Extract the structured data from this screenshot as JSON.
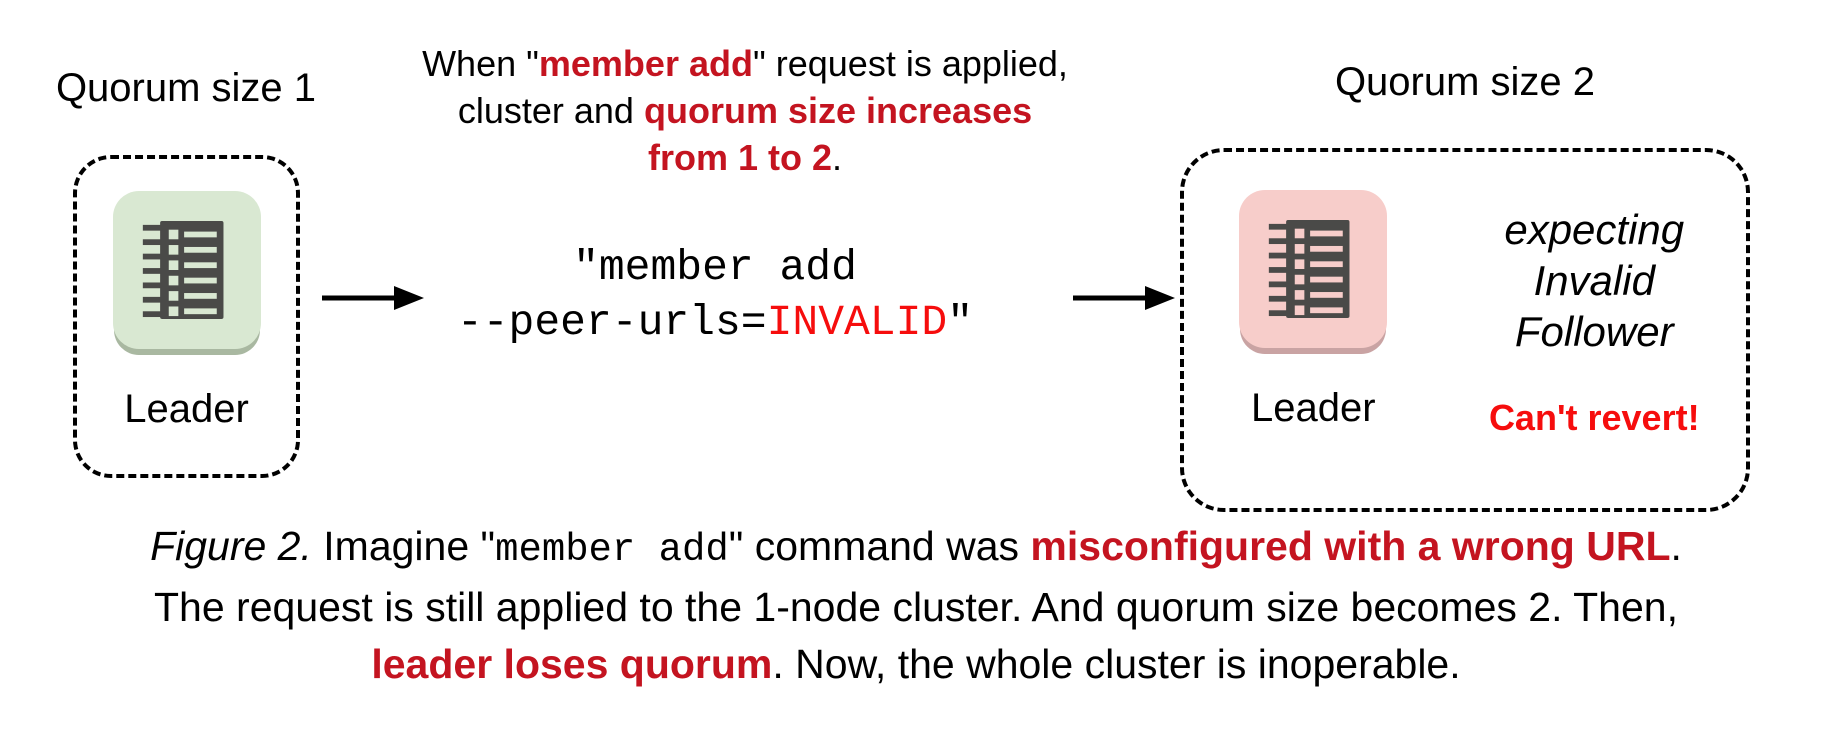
{
  "colors": {
    "dark_red": "#c41420",
    "bright_red": "#f60d0d",
    "green_tile": "#d9e8d2",
    "green_tile_shadow": "#a9b8a1",
    "pink_tile": "#f7cdca",
    "pink_tile_shadow": "#c9a3a3",
    "glyph_dark": "#4a4a48"
  },
  "left_group": {
    "title": "Quorum size 1",
    "node_label": "Leader"
  },
  "annotation": {
    "line1_pre": "When \"",
    "line1_red": "member add",
    "line1_post": "\" request is applied,",
    "line2_pre": "cluster and ",
    "line2_red": "quorum size increases",
    "line3_red": "from 1 to 2",
    "line3_post": "."
  },
  "command": {
    "line1": "\"member add",
    "line2_pre": "--peer-urls=",
    "line2_invalid": "INVALID",
    "line2_close": "\""
  },
  "right_group": {
    "title": "Quorum size 2",
    "node_label": "Leader",
    "expecting": {
      "line1": "expecting",
      "line2": "Invalid",
      "line3": "Follower"
    },
    "warning": "Can't revert!"
  },
  "caption": {
    "figure_label": "Figure 2.",
    "seg_imagine": " Imagine \"",
    "code": "member add",
    "seg_command_was": "\" command was ",
    "red_misconfigured": "misconfigured with a wrong URL",
    "period": ".",
    "line2": "The request is still applied to the 1-node cluster. And quorum size becomes 2. Then,",
    "red_leader": "leader loses quorum",
    "line3_rest": ". Now, the whole cluster is inoperable."
  }
}
